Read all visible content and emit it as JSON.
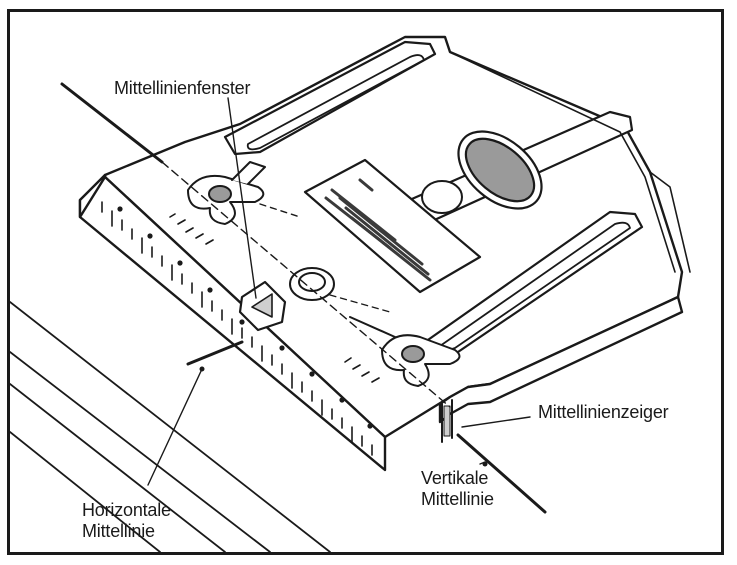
{
  "labels": {
    "centerline_window": "Mittellinienfenster",
    "centerline_pointer": "Mittellinienzeiger",
    "horizontal_centerline": [
      "Horizontale",
      "Mittellinie"
    ],
    "vertical_centerline": [
      "Vertikale",
      "Mittellinie"
    ]
  },
  "colors": {
    "ink": "#1a1a1a",
    "paper": "#ffffff",
    "shade": "#9a9a9a"
  }
}
